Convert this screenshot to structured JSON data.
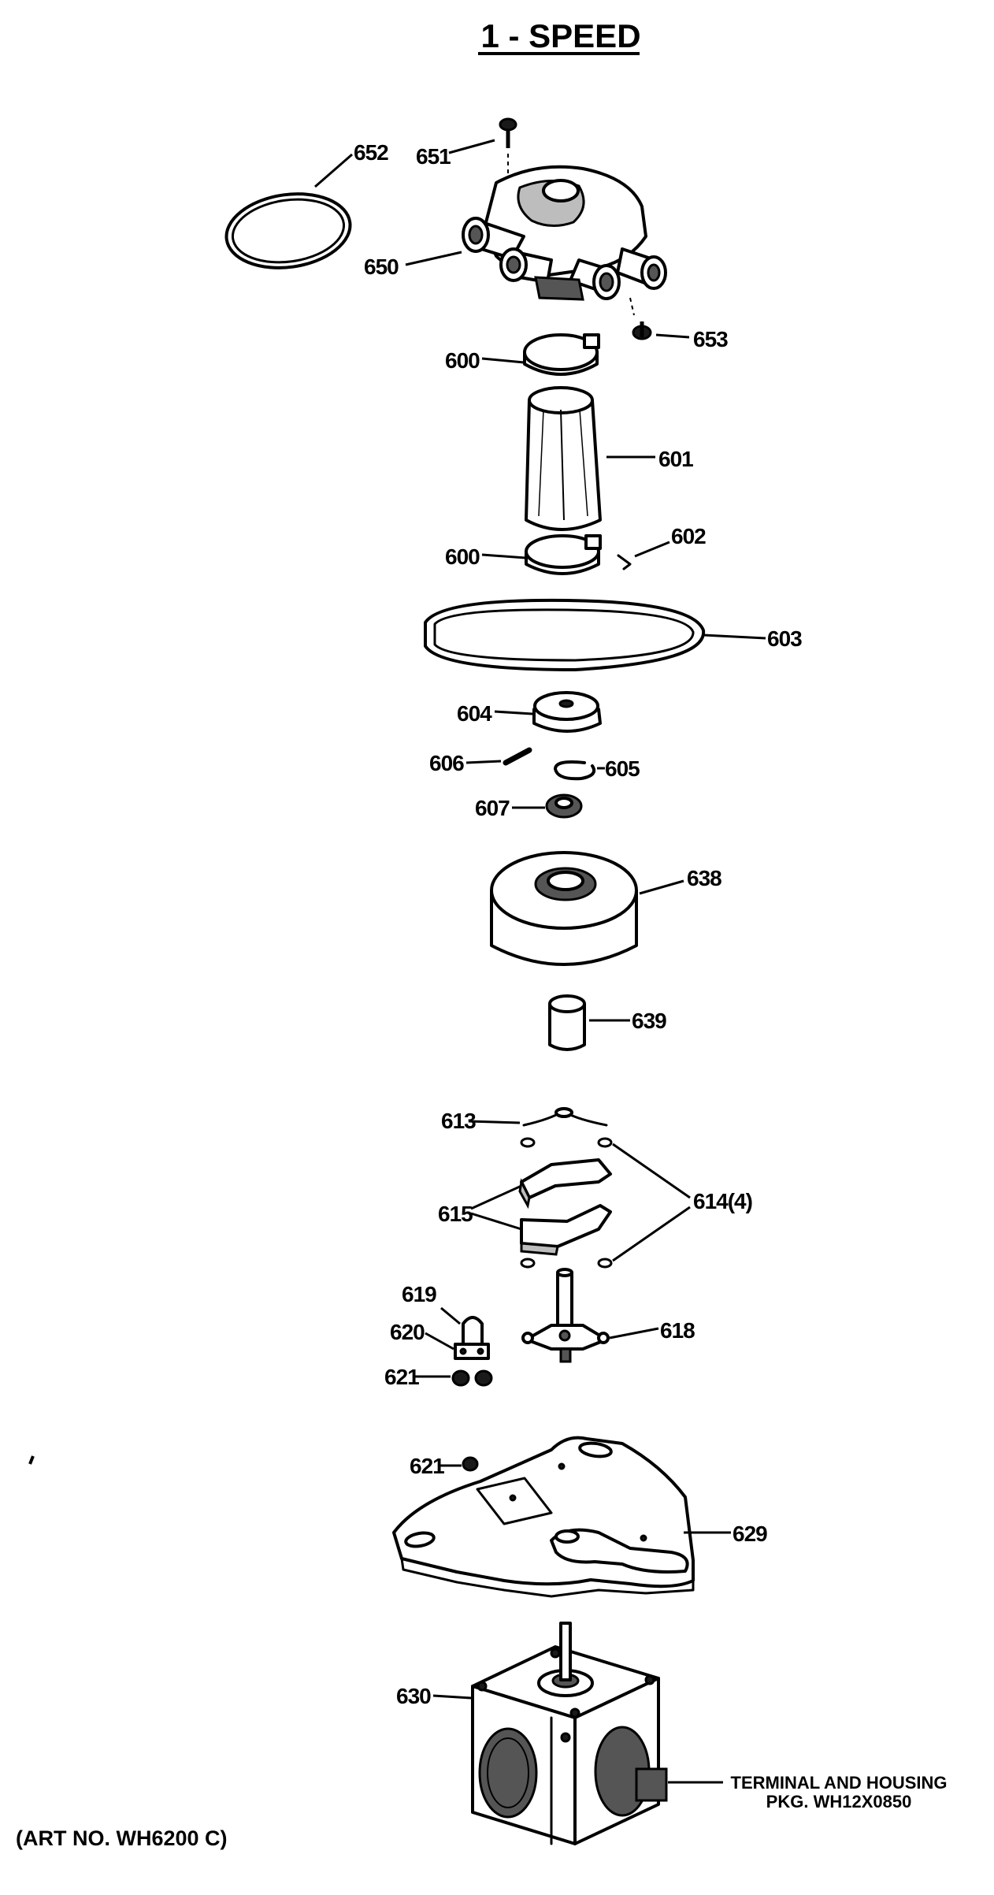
{
  "title": "1 - SPEED",
  "art_number": "(ART NO. WH6200 C)",
  "terminal_note": {
    "line1": "TERMINAL AND HOUSING",
    "line2": "PKG. WH12X0850"
  },
  "callouts": {
    "p651": "651",
    "p652": "652",
    "p650": "650",
    "p653": "653",
    "p600a": "600",
    "p601": "601",
    "p600b": "600",
    "p602": "602",
    "p603": "603",
    "p604": "604",
    "p606": "606",
    "p605": "605",
    "p607": "607",
    "p638": "638",
    "p639": "639",
    "p613": "613",
    "p615": "615",
    "p614": "614(4)",
    "p619": "619",
    "p620": "620",
    "p621a": "621",
    "p618": "618",
    "p621b": "621",
    "p629": "629",
    "p630": "630"
  }
}
